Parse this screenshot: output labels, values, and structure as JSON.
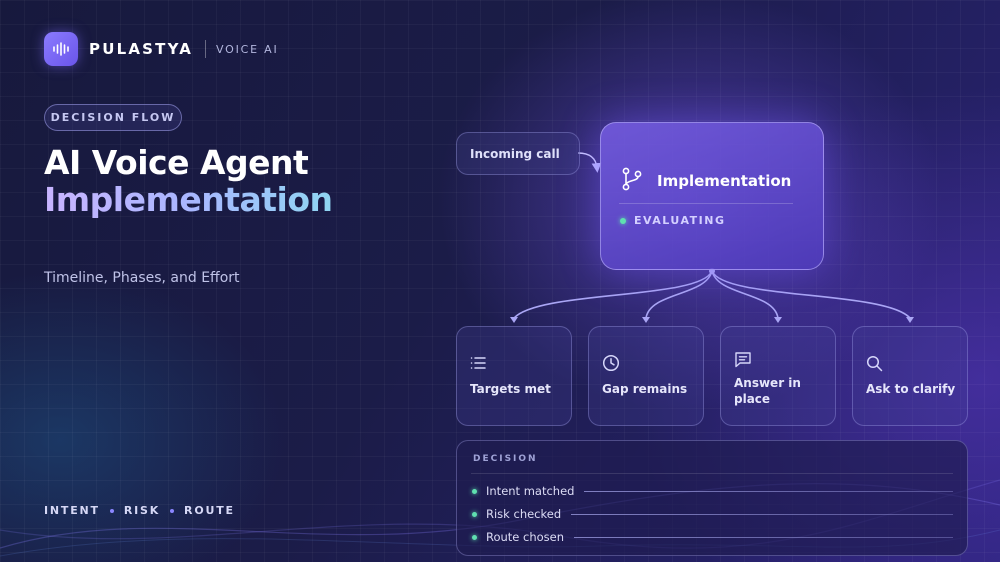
{
  "brand": {
    "name": "PULASTYA",
    "tag": "VOICE AI",
    "logo_icon": "waveform-icon"
  },
  "hero": {
    "pill": "DECISION FLOW",
    "title_line1": "AI Voice Agent",
    "title_line2": "Implementation",
    "subtitle": "Timeline, Phases, and Effort"
  },
  "tags": [
    "INTENT",
    "RISK",
    "ROUTE"
  ],
  "flow": {
    "incoming": "Incoming call",
    "main": {
      "title": "Implementation",
      "icon": "branch-icon",
      "status": "EVALUATING"
    },
    "options": [
      {
        "label": "Targets met",
        "icon": "list-icon"
      },
      {
        "label": "Gap remains",
        "icon": "clock-icon"
      },
      {
        "label": "Answer in place",
        "icon": "message-icon"
      },
      {
        "label": "Ask to clarify",
        "icon": "search-icon"
      }
    ]
  },
  "decision": {
    "label": "DECISION",
    "rows": [
      "Intent matched",
      "Risk checked",
      "Route chosen"
    ]
  },
  "colors": {
    "accent": "#7b68f5",
    "status_green": "#5fe0b0",
    "background": "#17193d"
  }
}
